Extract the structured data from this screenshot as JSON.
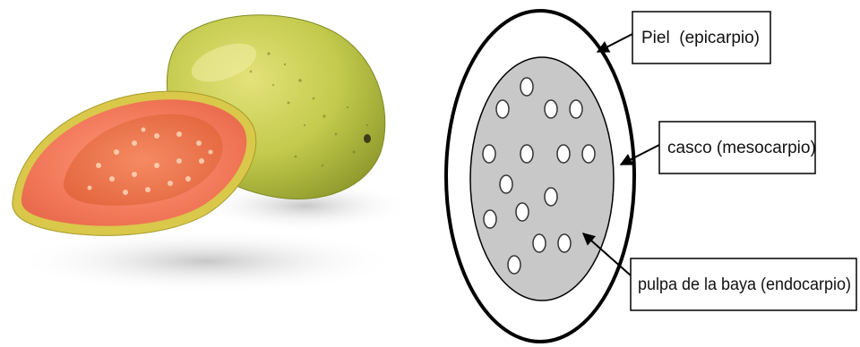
{
  "labels": {
    "skin": "Piel  (epicarpio)",
    "shell": "casco (mesocarpio)",
    "pulp": "pulpa de la baya (endocarpio)"
  },
  "colors": {
    "background": "#ffffff",
    "outline": "#000000",
    "pulp_fill": "#c8c8c8",
    "seed_fill": "#ffffff",
    "guava_skin": "#c9cf52",
    "guava_flesh": "#f07a5c"
  }
}
